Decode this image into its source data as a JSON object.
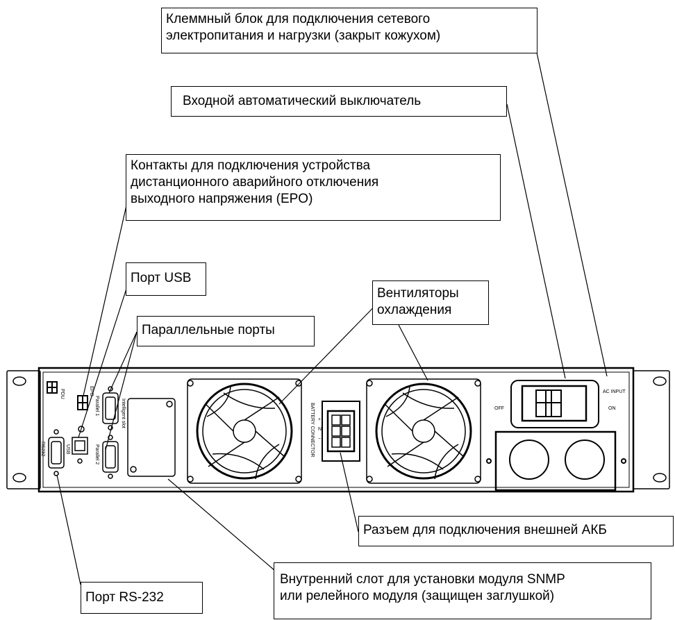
{
  "callouts": {
    "terminal_block": [
      "Клеммный блок для подключения сетевого",
      "электропитания и нагрузки (закрыт кожухом)"
    ],
    "input_breaker": [
      "Входной автоматический выключатель"
    ],
    "epo_contacts": [
      "Контакты для подключения устройства",
      "дистанционного аварийного отключения",
      "выходного напряжения (EPO)"
    ],
    "usb_port": [
      "Порт USB"
    ],
    "parallel_ports": [
      "Параллельные порты"
    ],
    "cooling_fans": [
      "Вентиляторы",
      "охлаждения"
    ],
    "battery_connector": [
      "Разъем для подключения внешней АКБ"
    ],
    "snmp_slot": [
      "Внутренний слот для установки модуля SNMP",
      "или релейного модуля (защищен заглушкой)"
    ],
    "rs232_port": [
      "Порт RS-232"
    ]
  },
  "panel_labels": {
    "pdu": "PDU",
    "epo": "EPO",
    "rs232": "RS232",
    "usb": "USB",
    "parallel1": "Parallel 1",
    "parallel2": "Parallel 2",
    "intelligent_slot": "Intelligent slot",
    "battery_connector": "BATTERY CONNECTOR",
    "polarity_plus": "+",
    "polarity_n": "N",
    "polarity_minus": "−",
    "off": "OFF",
    "on": "ON",
    "ac_input": "AC INPUT"
  }
}
